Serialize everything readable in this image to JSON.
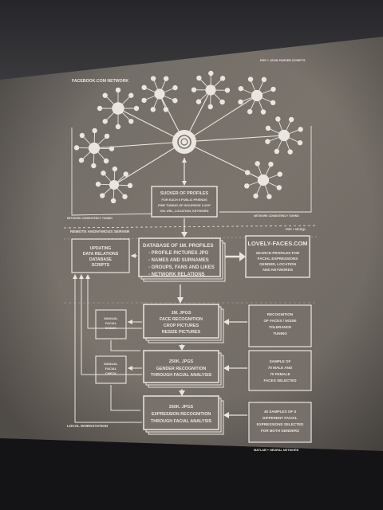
{
  "zones": {
    "facebook_network": "FACEBOOK.COM NETWORK",
    "php_note_top": "PHP + JSON PARSER SCRIPTS",
    "remote_server": "REMOTE ANONYMOUS SERVER",
    "php_note_mid": "PHP + MYSQL",
    "local_workstation": "LOCAL WORKSTATION",
    "matlab_note": "MATLAB + NEURAL NETWORK",
    "tuning_left": "NETWORK CONSISTENCY TUNING",
    "tuning_right": "NETWORK CONSISTENCY TUNING"
  },
  "sucker": [
    "SUCKER OF PROFILES",
    "FOR EACH 5 PUBLIC FRIENDS",
    "FINE TUNING OF INCURSIVE LOOP",
    "ON: URL, LOCATION, KEYWORD"
  ],
  "database": [
    "DATABASE OF 1M. PROFILES",
    "- PROFILE PICTURES JPG",
    "- NAMES AND SURNAMES",
    "- GROUPS, FANS AND LIKES",
    "- NETWORK RELATIONS"
  ],
  "updating": [
    "UPDATING",
    "DATA RELATIONS",
    "DATABASE",
    "SCRIPTS"
  ],
  "lovely": {
    "title": "LOVELY-FACES.COM",
    "lines": [
      "SEARCH PROFILES FOR",
      "FACIAL EXPRESSIONS",
      "GENDER, LOCATION",
      "AND KEYWORDS"
    ]
  },
  "stage1": [
    "1M. JPGS",
    "FACE RECOGNITION",
    "CROP PICTURES",
    "RESIZE PICTURES"
  ],
  "stage2": [
    "250K. JPGS",
    "GENDER RECOGNITION",
    "THROUGH FACIAL ANALYSIS"
  ],
  "stage3": [
    "250K. JPGS",
    "EXPRESSION RECOGNITION",
    "THROUGH FACIAL ANALYSIS"
  ],
  "manual_check": [
    "MANUAL",
    "FACIAL",
    "CHECK"
  ],
  "side1": [
    "RECOGNITION",
    "OF FACES / NOISE",
    "TOLERANCE",
    "TUNING"
  ],
  "side2": [
    "SAMPLE OF",
    "70 MALE AND",
    "70 FEMALE",
    "FACES SELECTED"
  ],
  "side3": [
    "40 SAMPLES OF 6",
    "DIFFERENT FACIAL",
    "EXPRESSIONS SELECTED",
    "FOR BOTH GENDERS"
  ],
  "colors": {
    "wall": "#77706a",
    "ink": "#e9e6df",
    "shadow": "#151516"
  }
}
